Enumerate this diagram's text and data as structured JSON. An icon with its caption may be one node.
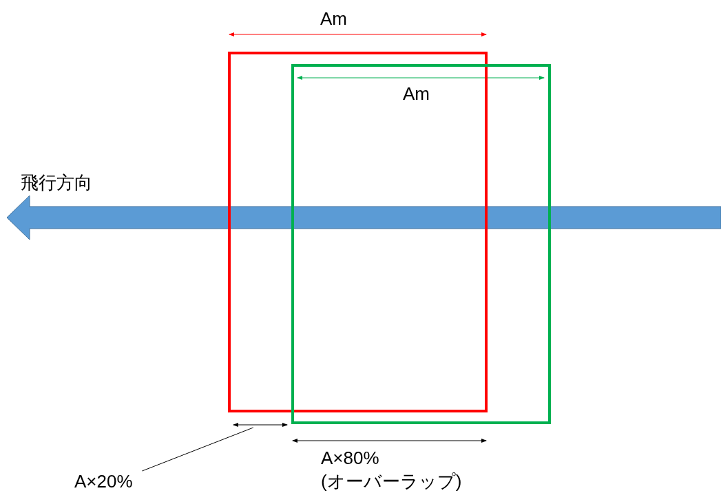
{
  "diagram": {
    "nodes": [
      {
        "text": [],
        "shape": "box"
      },
      {
        "text": [],
        "shape": "box"
      },
      {
        "text": [
          "A×20%"
        ]
      },
      {
        "text": [],
        "shape": "bar"
      }
    ],
    "edges": [
      {
        "from": 2,
        "to": 3,
        "arrow": "none"
      }
    ],
    "labels": [
      "Am",
      "Am",
      "飛行方向",
      "A×80% (オーバーラップ)"
    ]
  }
}
